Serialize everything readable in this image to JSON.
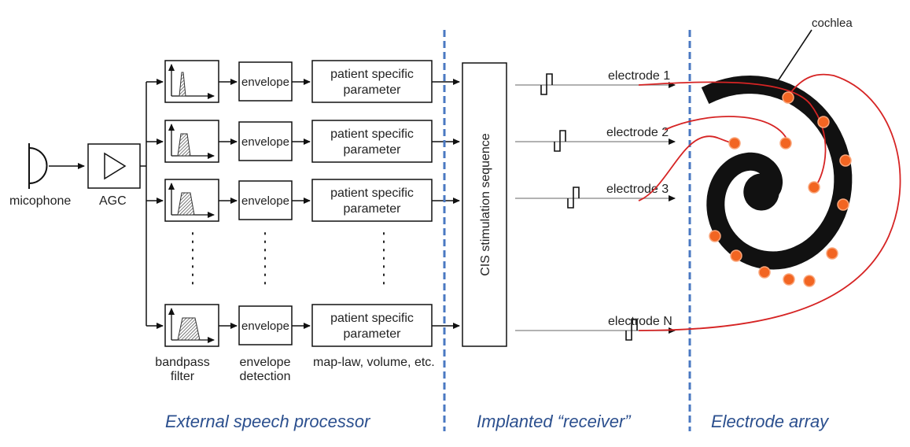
{
  "microphone_label": "micophone",
  "agc_label": "AGC",
  "envelope_label": "envelope",
  "param_line1": "patient specific",
  "param_line2": "parameter",
  "bandpass_label": [
    "bandpass",
    "filter"
  ],
  "envelope_detection_label": [
    "envelope",
    "detection"
  ],
  "map_law_label": "map-law, volume, etc.",
  "cis_label": "CIS stimulation sequence",
  "electrodes": [
    "electrode 1",
    "electrode 2",
    "electrode 3",
    "electrode N"
  ],
  "cochlea_label": "cochlea",
  "sections": {
    "external": "External speech processor",
    "implanted": "Implanted “receiver”",
    "array": "Electrode array"
  },
  "colors": {
    "divider": "#4a78c2",
    "section_text": "#2b4f8e",
    "wire": "#d62424",
    "electrode_dot": "#f26522",
    "cochlea": "#111111"
  }
}
